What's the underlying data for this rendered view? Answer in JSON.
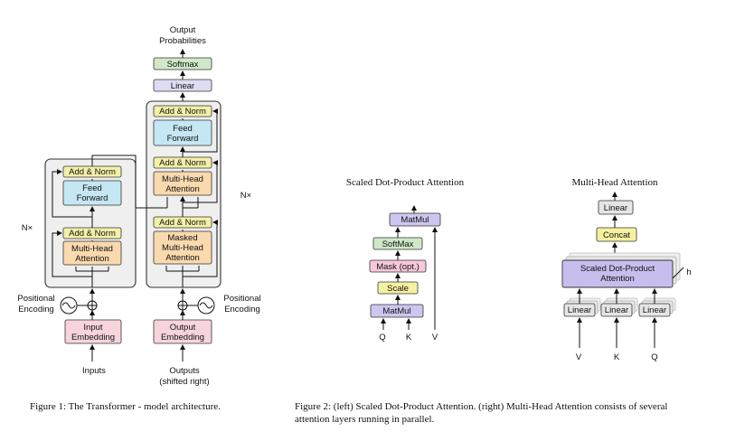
{
  "figure1": {
    "caption": "Figure 1: The Transformer - model architecture.",
    "output_label": [
      "Output",
      "Probabilities"
    ],
    "softmax": "Softmax",
    "linear": "Linear",
    "add_norm": "Add & Norm",
    "feed_forward": [
      "Feed",
      "Forward"
    ],
    "multi_head": [
      "Multi-Head",
      "Attention"
    ],
    "masked_multi_head": [
      "Masked",
      "Multi-Head",
      "Attention"
    ],
    "nx": "N×",
    "positional_encoding": [
      "Positional",
      "Encoding"
    ],
    "input_embedding": [
      "Input",
      "Embedding"
    ],
    "output_embedding": [
      "Output",
      "Embedding"
    ],
    "inputs": "Inputs",
    "outputs": [
      "Outputs",
      "(shifted right)"
    ]
  },
  "figure2": {
    "caption_line1": "Figure 2:  (left) Scaled Dot-Product Attention.  (right) Multi-Head Attention consists of several",
    "caption_line2": "attention layers running in parallel.",
    "sdpa": {
      "title": "Scaled Dot-Product Attention",
      "matmul": "MatMul",
      "softmax": "SoftMax",
      "mask": "Mask (opt.)",
      "scale": "Scale",
      "q": "Q",
      "k": "K",
      "v": "V"
    },
    "mha": {
      "title": "Multi-Head Attention",
      "linear": "Linear",
      "concat": "Concat",
      "sdpa": [
        "Scaled Dot-Product",
        "Attention"
      ],
      "h": "h",
      "v": "V",
      "k": "K",
      "q": "Q"
    }
  },
  "colors": {
    "add_norm": "#f3f0a8",
    "feed_forward": "#c4e7f3",
    "attention": "#fad9ae",
    "embedding": "#f7d4dc",
    "softmax": "#cfe8c8",
    "linear": "#dcdcf3",
    "mask": "#f7c8dc",
    "scale": "#f6f1a0",
    "matmul": "#cdc6ee",
    "sdpa_box": "#c9bdee",
    "mha_linear": "#e6e6e6",
    "concat": "#f6f1a0",
    "block_bg": "#efefef"
  }
}
